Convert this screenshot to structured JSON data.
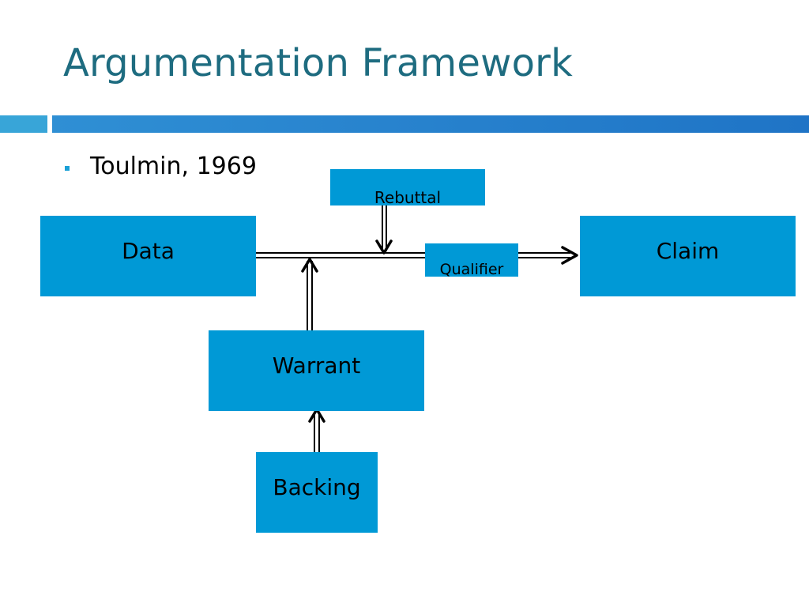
{
  "slide": {
    "title": "Argumentation Framework",
    "bullet": "Toulmin, 1969"
  },
  "diagram": {
    "nodes": {
      "data": "Data",
      "claim": "Claim",
      "rebuttal": "Rebuttal",
      "qualifier": "Qualifier",
      "warrant": "Warrant",
      "backing": "Backing"
    },
    "colors": {
      "title": "#1e6c80",
      "box_fill": "#0099d6",
      "accent_bar": "#2f8fd4",
      "bullet_marker": "#1aa0d6",
      "arrow": "#000000"
    }
  }
}
